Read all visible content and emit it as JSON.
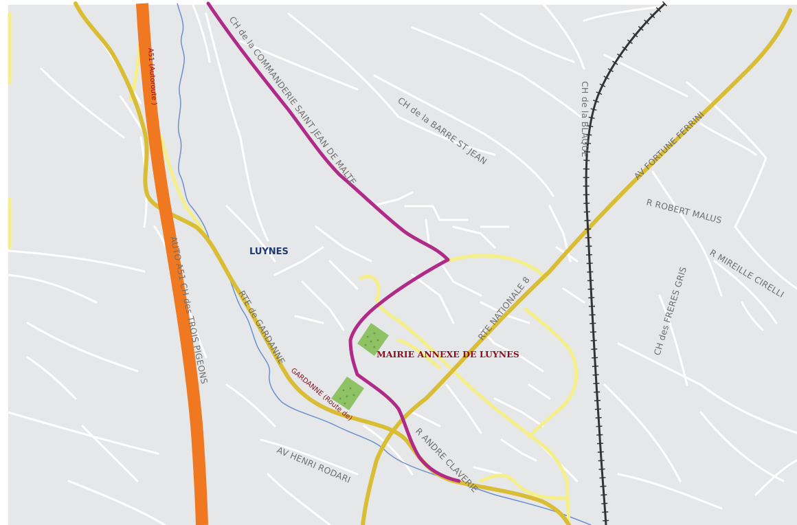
{
  "map": {
    "colors": {
      "land": "#e6e7e8",
      "street": "#ffffff",
      "river": "#6a8fd0",
      "highway": "#f07820",
      "primary": "#d9bd34",
      "secondary": "#f4ef8a",
      "featured_route": "#b02a88",
      "railway": "#333333",
      "park": "#8fc264",
      "label_grey": "#6f6f6f",
      "label_red": "#8a1020",
      "label_navy": "#1f3a70"
    },
    "labels": {
      "luynes": "LUYNES",
      "mairie": "MAIRIE ANNEXE DE LUYNES",
      "a51_autoroute": "A51 (Autoroute )",
      "auto_a51": "AUTO A51  CH des TROIS PIGEONS",
      "commanderie": "CH de la COMMANDERIE SAINT JEAN DE MALTE",
      "barre": "CH de la BARRE ST JEAN",
      "blaque": "CH de la BLAQUE",
      "fortune": "AV FORTUNE FERRINI",
      "robert": "R ROBERT MALUS",
      "mireille": "R MIREILLE CIRELLI",
      "freres": "CH des FRERES GRIS",
      "nationale": "RTE NATIONALE 8",
      "rte_gardanne": "RTE de GARDANNE",
      "gardanne_route": "GARDANNE (Route de)",
      "andre": "R ANDRE CLAVERIE",
      "henri": "AV  HENRI RODARI"
    }
  }
}
